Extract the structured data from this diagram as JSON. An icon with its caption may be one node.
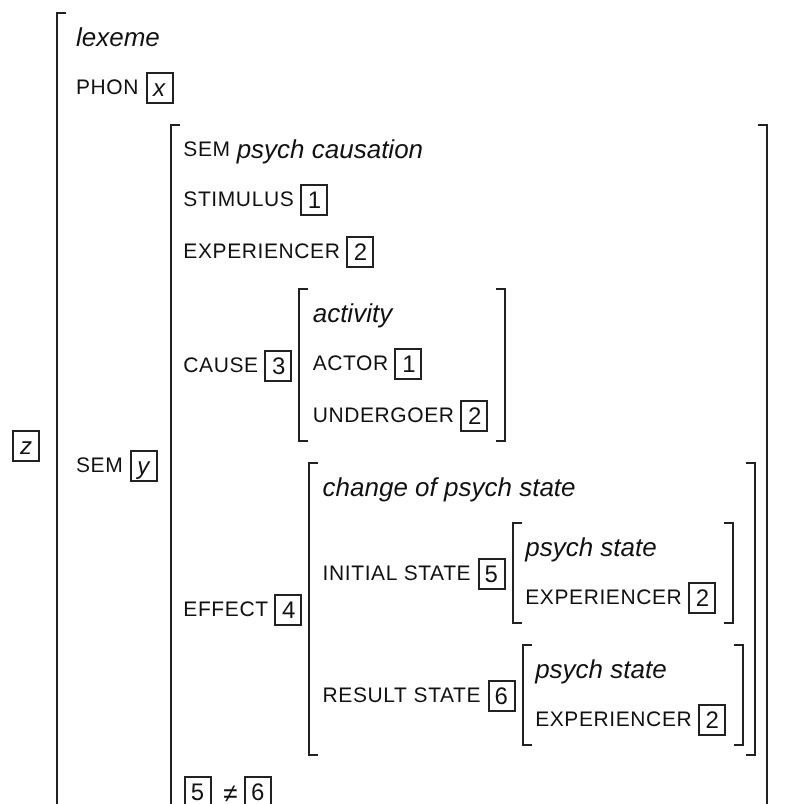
{
  "diagram": {
    "labels": [
      "lexeme",
      "PHON",
      "x",
      "z",
      "SEM",
      "y",
      "SEM",
      "psych causation",
      "STIMULUS",
      "1",
      "EXPERIENCER",
      "2",
      "CAUSE",
      "3",
      "activity",
      "ACTOR",
      "1",
      "UNDERGOER",
      "2",
      "EFFECT",
      "4",
      "change of psych state",
      "INITIAL STATE",
      "5",
      "psych state",
      "EXPERIENCER",
      "2",
      "RESULT STATE",
      "6",
      "psych state",
      "EXPERIENCER",
      "2",
      "5",
      "≠",
      "6"
    ]
  }
}
